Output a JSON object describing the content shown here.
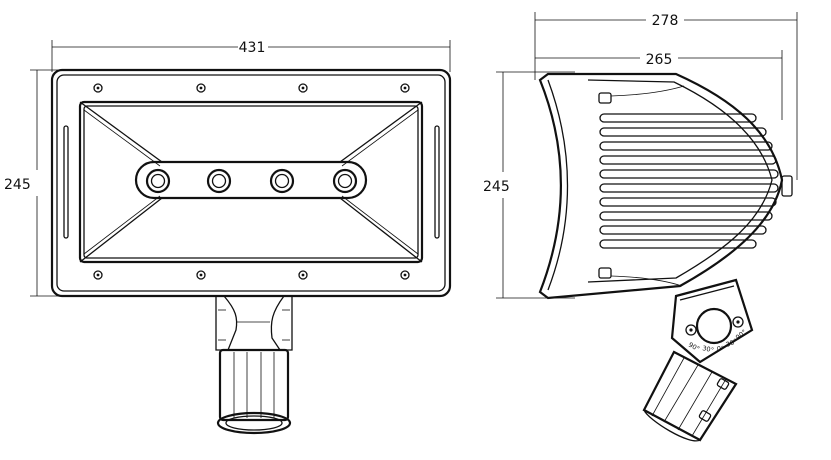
{
  "front_view": {
    "width_label": "431",
    "height_label": "245"
  },
  "side_view": {
    "overall_depth_label": "278",
    "body_depth_label": "265",
    "height_label": "245",
    "tilt_scale_labels": [
      "90°",
      "30°",
      "0°",
      "30°",
      "90°"
    ]
  },
  "colors": {
    "line": "#111111",
    "background": "#ffffff"
  }
}
